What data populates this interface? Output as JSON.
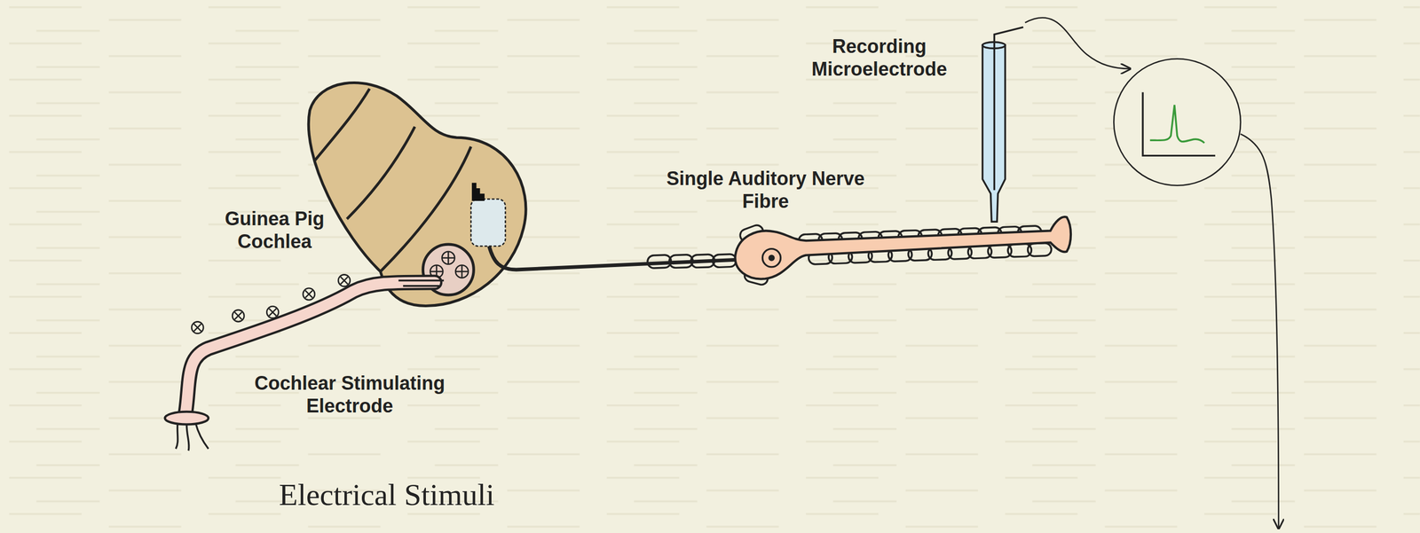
{
  "diagram": {
    "caption": "Electrical Stimuli",
    "labels": [
      "Recording Microelectrode",
      "Single Auditory Nerve Fibre",
      "Guinea Pig Cochlea",
      "Cochlear Stimulating Electrode"
    ]
  }
}
